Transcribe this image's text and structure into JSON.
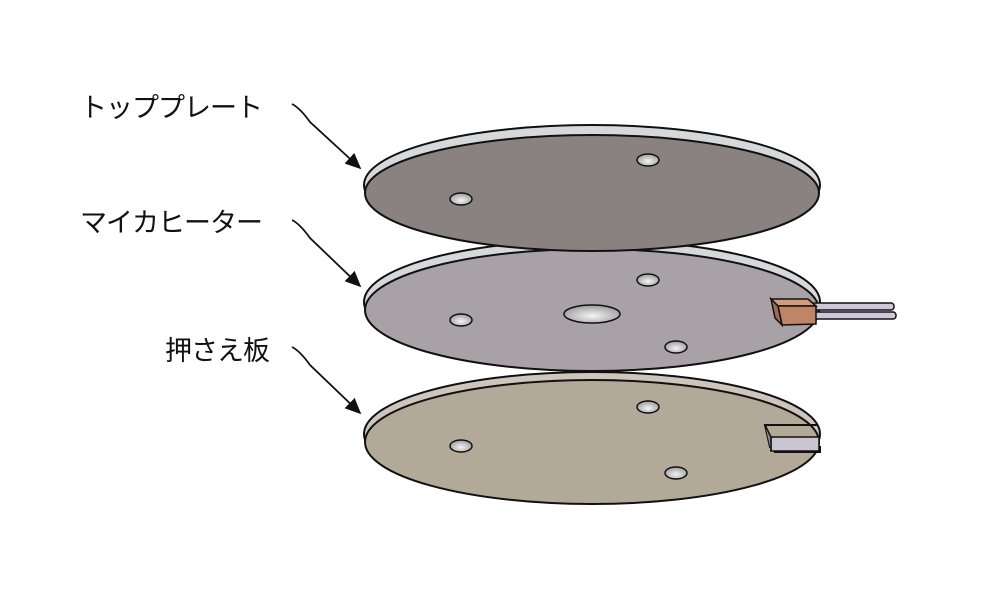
{
  "labels": {
    "top_plate": "トッププレート",
    "mica_heater": "マイカヒーター",
    "pressure_plate": "押さえ板"
  },
  "colors": {
    "top_plate_face": "#8a8280",
    "mica_heater_face": "#a8a2a7",
    "pressure_plate_face": "#b3a999",
    "rim": "#d6d8dc",
    "terminal": "#c08468",
    "wire": "#cdc6dc"
  }
}
